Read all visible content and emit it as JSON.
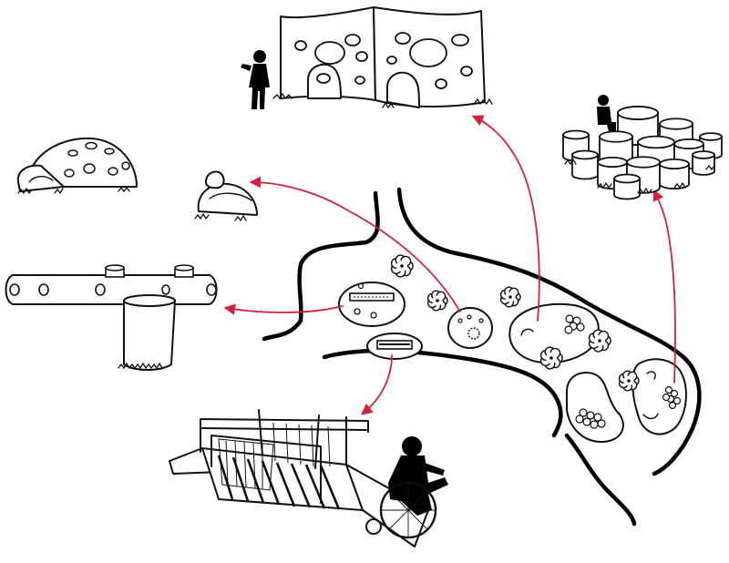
{
  "accent_color": "#d4213d",
  "ink_color": "#111111",
  "background": "#ffffff",
  "illustrations": [
    {
      "id": "perforated-wall",
      "icon": "perforated-climbing-wall-with-arches"
    },
    {
      "id": "stepping-stumps",
      "icon": "cluster-of-cylindrical-stepping-posts"
    },
    {
      "id": "turtle-dome",
      "icon": "turtle-shaped-climbing-dome"
    },
    {
      "id": "small-turtle",
      "icon": "small-turtle-rocker"
    },
    {
      "id": "log-tunnel",
      "icon": "horizontal-log-tunnel-with-drum"
    },
    {
      "id": "bridge",
      "icon": "accessible-wooden-bridge-with-ramp"
    }
  ],
  "figures": [
    {
      "id": "standing-child",
      "icon": "child-silhouette"
    },
    {
      "id": "seated-child",
      "icon": "seated-child-silhouette"
    },
    {
      "id": "wheelchair-user",
      "icon": "wheelchair-user-silhouette"
    }
  ],
  "plan": {
    "zones": 5,
    "trees": 6
  }
}
